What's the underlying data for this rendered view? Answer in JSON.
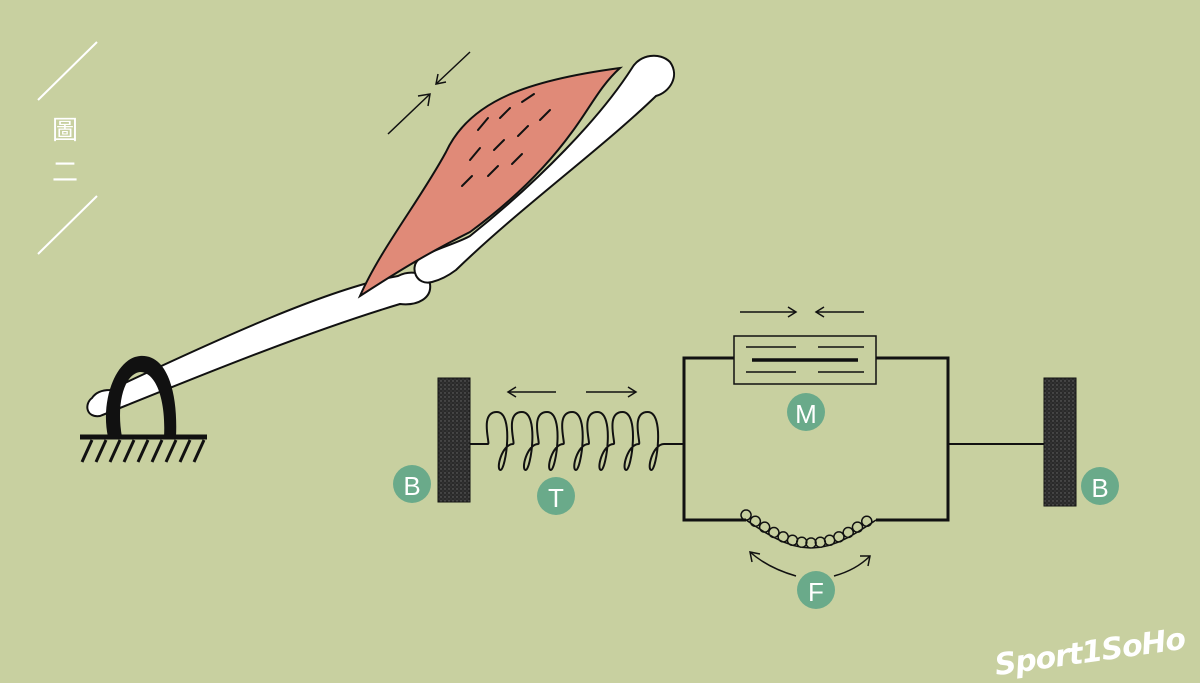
{
  "figure_label": {
    "char1": "圖",
    "char2": "二"
  },
  "labels": {
    "B_left": "B",
    "T": "T",
    "M": "M",
    "F": "F",
    "B_right": "B"
  },
  "logo": "Sport1SoHo",
  "colors": {
    "background": "#c8d0a0",
    "muscle": "#e08a78",
    "badge": "#6aaa8a",
    "ink": "#1a1a1a",
    "bone": "#ffffff"
  }
}
